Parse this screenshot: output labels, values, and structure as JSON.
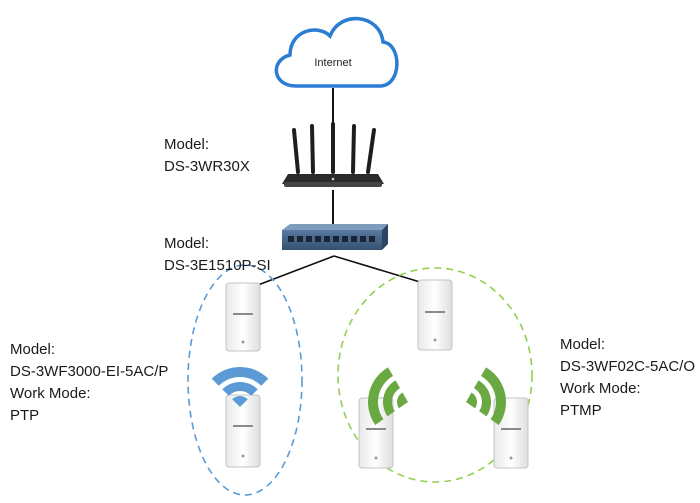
{
  "cloud": {
    "label": "Internet"
  },
  "router": {
    "model_heading": "Model:",
    "model_name": "DS-3WR30X"
  },
  "switch": {
    "model_heading": "Model:",
    "model_name": "DS-3E1510P-SI"
  },
  "ptp_group": {
    "model_heading": "Model:",
    "model_name": "DS-3WF3000-EI-5AC/P",
    "mode_heading": "Work Mode:",
    "mode_name": "PTP"
  },
  "ptmp_group": {
    "model_heading": "Model:",
    "model_name": "DS-3WF02C-5AC/O",
    "mode_heading": "Work Mode:",
    "mode_name": "PTMP"
  },
  "colors": {
    "cloud_stroke": "#2b7cd3",
    "ptp_signal": "#5b9bd5",
    "ptmp_signal": "#6aa842",
    "ptp_ellipse": "#5b9bd5",
    "ptmp_ellipse": "#92d050",
    "switch_body": "#3f5f86",
    "router_body": "#2a2a2a"
  }
}
